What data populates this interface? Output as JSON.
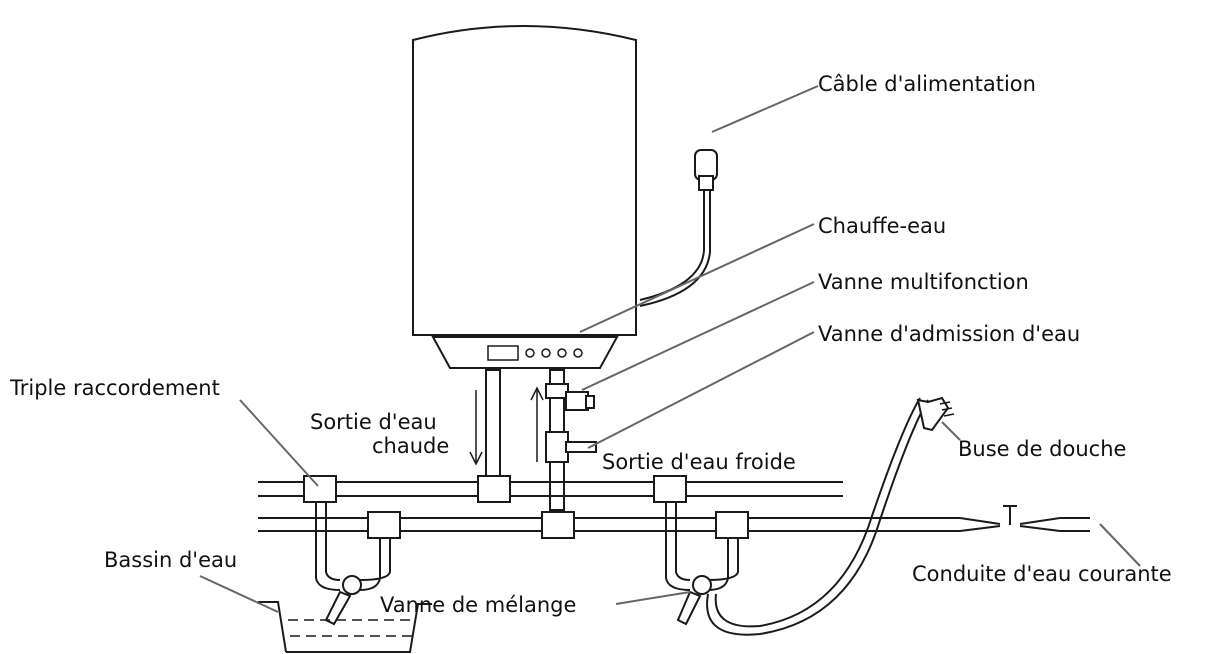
{
  "labels": {
    "power_cable": "Câble d'alimentation",
    "water_heater": "Chauffe-eau",
    "multifunction_valve": "Vanne multifonction",
    "water_inlet_valve": "Vanne d'admission d'eau",
    "triple_connection": "Triple raccordement",
    "hot_water_outlet_line1": "Sortie d'eau",
    "hot_water_outlet_line2": "chaude",
    "cold_water_outlet": "Sortie d'eau froide",
    "shower_nozzle": "Buse de douche",
    "water_basin": "Bassin d'eau",
    "running_water_pipe": "Conduite d'eau courante",
    "mixing_valve": "Vanne de mélange"
  },
  "colors": {
    "line": "#1a1a1a",
    "leader": "#666666",
    "background": "#ffffff"
  }
}
